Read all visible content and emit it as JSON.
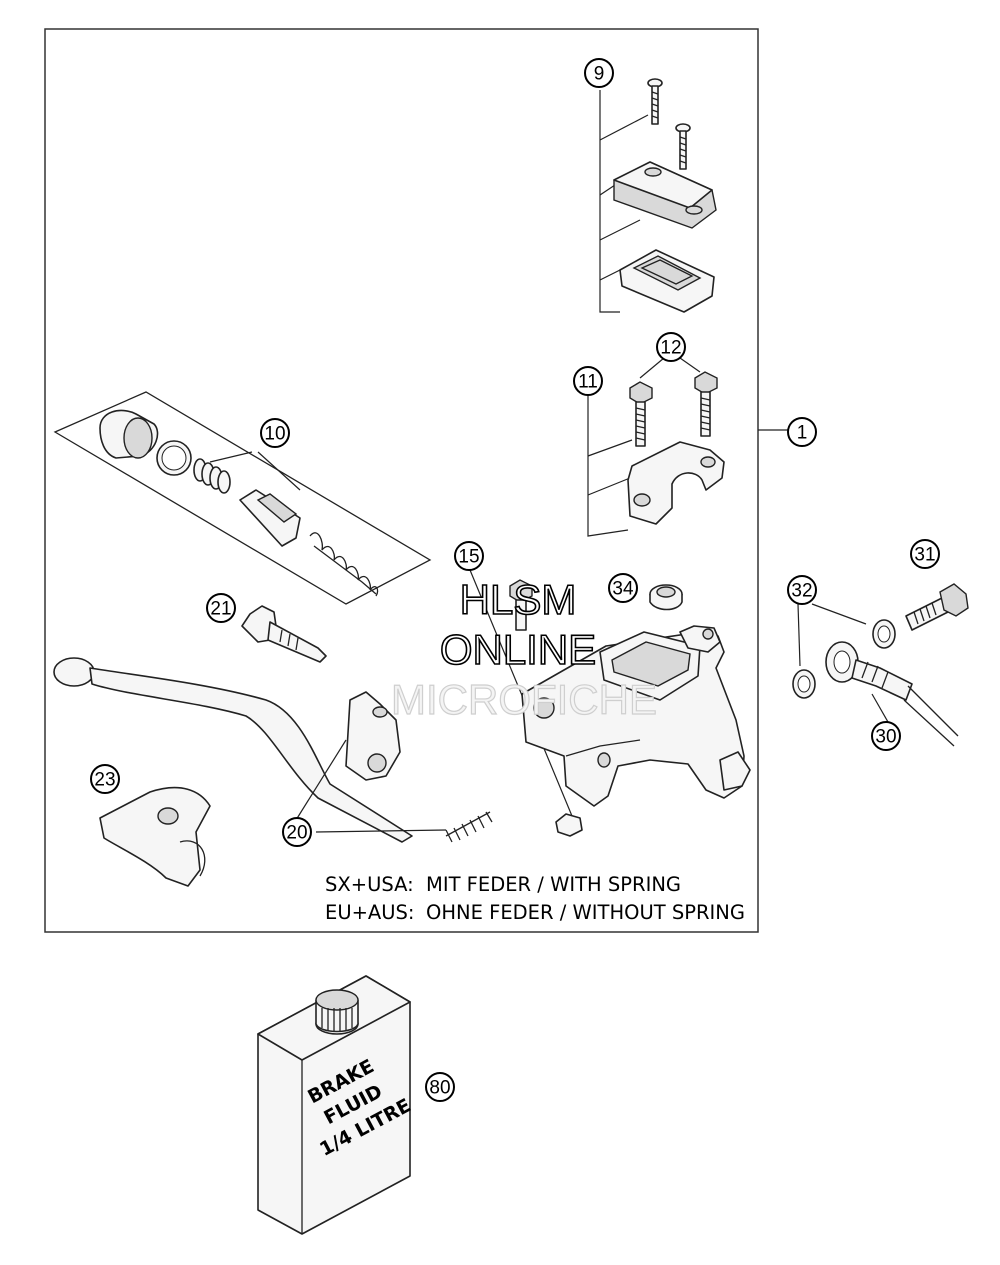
{
  "callouts": {
    "c1": "1",
    "c9": "9",
    "c10": "10",
    "c11": "11",
    "c12": "12",
    "c15": "15",
    "c20": "20",
    "c21": "21",
    "c23": "23",
    "c30": "30",
    "c31": "31",
    "c32": "32",
    "c34": "34",
    "c80": "80"
  },
  "notes": {
    "line1_label": "SX+USA:",
    "line1_text": "MIT FEDER / WITH SPRING",
    "line2_label": "EU+AUS:",
    "line2_text": "OHNE FEDER / WITHOUT SPRING"
  },
  "watermark": {
    "line1": "HLSM",
    "line2": "ONLINE",
    "line3": "MICROFICHE"
  },
  "bottle": {
    "line1": "BRAKE",
    "line2": "FLUID",
    "line3": "1/4 LITRE"
  }
}
